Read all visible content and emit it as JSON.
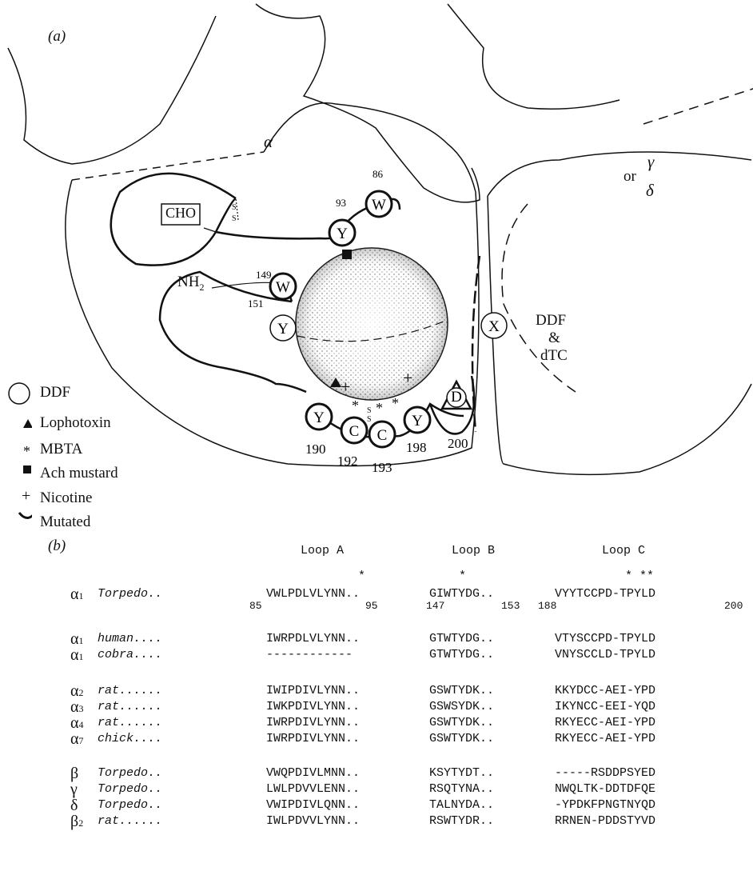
{
  "panel_a": {
    "label": "(a)",
    "subunit_alpha": "α",
    "subunit_gamma": "γ",
    "subunit_or": "or",
    "subunit_delta": "δ",
    "cho": "CHO",
    "ss": "S",
    "nh2": "NH",
    "nh2_sub": "2",
    "ddf_right": "DDF",
    "amp": "&",
    "dtc": "dTC",
    "residues": [
      {
        "letter": "Y",
        "number": "93"
      },
      {
        "letter": "W",
        "number": "86"
      },
      {
        "letter": "W",
        "number": "149"
      },
      {
        "letter": "Y",
        "number": "151"
      },
      {
        "letter": "Y",
        "number": "190"
      },
      {
        "letter": "C",
        "number": "192"
      },
      {
        "letter": "C",
        "number": "193"
      },
      {
        "letter": "Y",
        "number": "198"
      },
      {
        "letter": "D",
        "number": "200"
      },
      {
        "letter": "X",
        "number": ""
      }
    ],
    "legend": [
      {
        "symbol": "circle",
        "label": "DDF"
      },
      {
        "symbol": "triangle",
        "label": "Lophotoxin"
      },
      {
        "symbol": "asterisk",
        "label": "MBTA"
      },
      {
        "symbol": "square",
        "label": "Ach mustard"
      },
      {
        "symbol": "plus",
        "label": "Nicotine"
      },
      {
        "symbol": "arc",
        "label": "Mutated"
      }
    ]
  },
  "panel_b": {
    "label": "(b)",
    "loops": [
      "Loop A",
      "Loop B",
      "Loop C"
    ],
    "star_a": "*",
    "star_b": "*",
    "star_c": "*  **",
    "numbers": {
      "a_start": "85",
      "a_end": "95",
      "b_start": "147",
      "b_end": "153",
      "c_start": "188",
      "c_end": "200"
    },
    "groups": [
      [
        {
          "sym": "α",
          "sub": "1",
          "species": "Torpedo..",
          "a": "VWLPDLVLYNN..",
          "b": "GIWTYDG..",
          "c": "VYYTCCPD-TPYLD"
        }
      ],
      [
        {
          "sym": "α",
          "sub": "1",
          "species": "human....",
          "a": "IWRPDLVLYNN..",
          "b": "GTWTYDG..",
          "c": "VTYSCCPD-TPYLD"
        },
        {
          "sym": "α",
          "sub": "1",
          "species": "cobra....",
          "a": "------------",
          "b": "GTWTYDG..",
          "c": "VNYSCCLD-TPYLD"
        }
      ],
      [
        {
          "sym": "α",
          "sub": "2",
          "species": "rat......",
          "a": "IWIPDIVLYNN..",
          "b": "GSWTYDK..",
          "c": "KKYDCC-AEI-YPD"
        },
        {
          "sym": "α",
          "sub": "3",
          "species": "rat......",
          "a": "IWKPDIVLYNN..",
          "b": "GSWSYDK..",
          "c": "IKYNCC-EEI-YQD"
        },
        {
          "sym": "α",
          "sub": "4",
          "species": "rat......",
          "a": "IWRPDIVLYNN..",
          "b": "GSWTYDK..",
          "c": "RKYECC-AEI-YPD"
        },
        {
          "sym": "α",
          "sub": "7",
          "species": "chick....",
          "a": "IWRPDIVLYNN..",
          "b": "GSWTYDK..",
          "c": "RKYECC-AEI-YPD"
        }
      ],
      [
        {
          "sym": "β",
          "sub": "",
          "species": "Torpedo..",
          "a": "VWQPDIVLMNN..",
          "b": "KSYTYDT..",
          "c": "-----RSDDPSYED"
        },
        {
          "sym": "γ",
          "sub": "",
          "species": "Torpedo..",
          "a": "LWLPDVVLENN..",
          "b": "RSQTYNA..",
          "c": "NWQLTK-DDTDFQE"
        },
        {
          "sym": "δ",
          "sub": "",
          "species": "Torpedo..",
          "a": "VWIPDIVLQNN..",
          "b": "TALNYDA..",
          "c": "-YPDKFPNGTNYQD"
        },
        {
          "sym": "β",
          "sub": "2",
          "species": "rat......",
          "a": "IWLPDVVLYNN..",
          "b": "RSWTYDR..",
          "c": "RRNEN-PDDSTYVD"
        }
      ]
    ]
  }
}
